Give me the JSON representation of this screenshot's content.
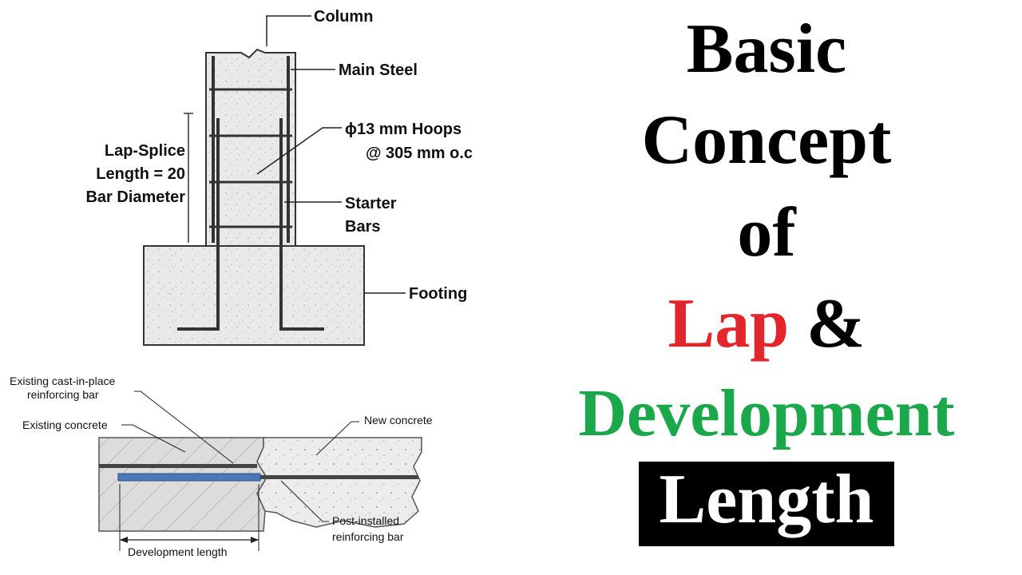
{
  "colors": {
    "lap": "#e3262b",
    "development": "#1aa84b",
    "length_bg": "#000000",
    "length_text": "#ffffff",
    "concrete": "#e7e7e7",
    "steel": "#3a3a3a",
    "post_installed_bar": "#4a78b8"
  },
  "column_diagram": {
    "column": "Column",
    "main_steel": "Main Steel",
    "hoops_line1": "ϕ13 mm Hoops",
    "hoops_line2": "@ 305 mm o.c",
    "lap_line1": "Lap-Splice",
    "lap_line2": "Length = 20",
    "lap_line3": "Bar Diameter",
    "starter_line1": "Starter",
    "starter_line2": "Bars",
    "footing": "Footing"
  },
  "anchor_diagram": {
    "existing_bar_line1": "Existing cast-in-place",
    "existing_bar_line2": "reinforcing bar",
    "existing_concrete": "Existing concrete",
    "new_concrete": "New concrete",
    "post_installed_line1": "Post-installed",
    "post_installed_line2": "reinforcing bar",
    "development_length": "Development length"
  },
  "title": {
    "line1": "Basic",
    "line2": "Concept",
    "line3": "of",
    "lap": "Lap",
    "ampersand": "&",
    "development": "Development",
    "length": "Length"
  }
}
